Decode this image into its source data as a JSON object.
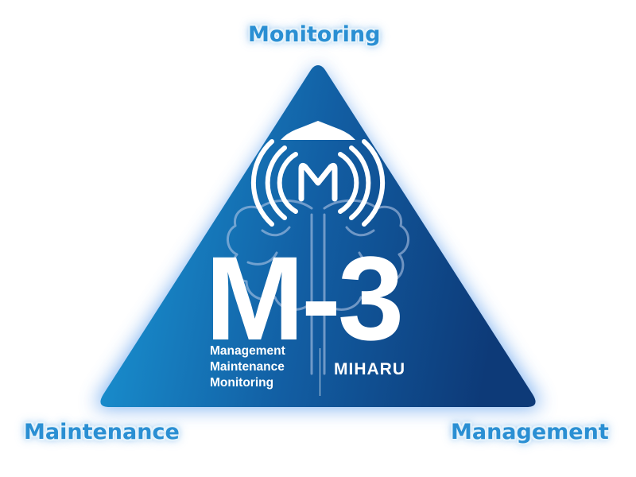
{
  "labels": {
    "top": "Monitoring",
    "left": "Maintenance",
    "right": "Management"
  },
  "logo": {
    "title": "M-3",
    "lines": [
      "Management",
      "Maintenance",
      "Monitoring"
    ],
    "brand": "MIHARU"
  },
  "colors": {
    "triangle_light": "#1a9ad8",
    "triangle_dark": "#0d3a78",
    "glow": "#6aa6ee",
    "label_text": "#2a8fd3",
    "logo_white": "#ffffff"
  },
  "icons": [
    "wireless-m-icon",
    "brain-icon"
  ]
}
